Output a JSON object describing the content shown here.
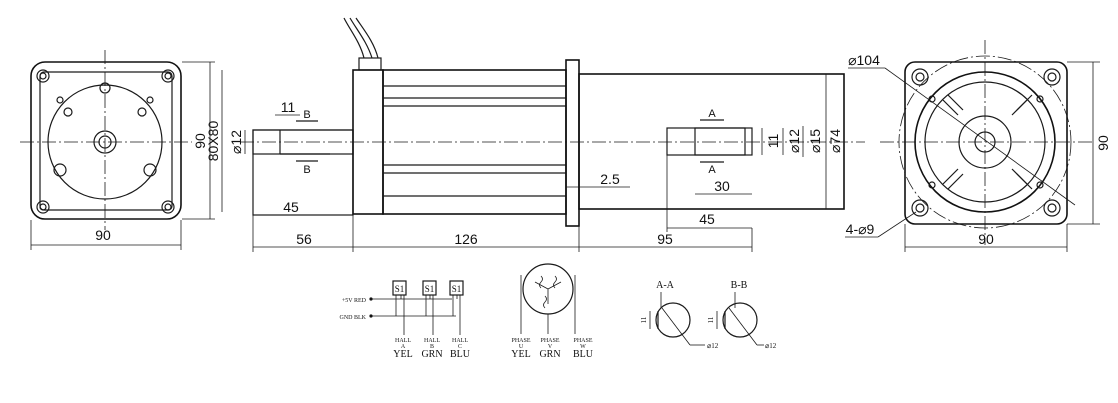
{
  "front_view": {
    "width_dim": "90",
    "height_dim": "90",
    "bolt_pattern": "80X80"
  },
  "side_view": {
    "shaft_left_dia": "⌀12",
    "key_width": "11",
    "key_len": "45",
    "shaft_len": "56",
    "body_len": "126",
    "section_b": "B",
    "gap": "2.5",
    "shaft_right_len": "95",
    "key_right_len": "30",
    "key_right_full": "45",
    "section_a": "A",
    "dim_11": "11",
    "dim_12": "⌀12",
    "dim_15": "⌀15",
    "dim_74": "⌀74"
  },
  "rear_view": {
    "pcd": "⌀104",
    "holes": "4-⌀9",
    "width_dim": "90",
    "height_dim": "90"
  },
  "wiring": {
    "sensor_label": "S1",
    "plus5v": "+5V RED",
    "gnd": "GND BLK",
    "hall_a_top": "HALL",
    "hall_a_mid": "A",
    "hall_a_color": "YEL",
    "hall_b_top": "HALL",
    "hall_b_mid": "B",
    "hall_b_color": "GRN",
    "hall_c_top": "HALL",
    "hall_c_mid": "C",
    "hall_c_color": "BLU",
    "phase_u_top": "PHASE",
    "phase_u_mid": "U",
    "phase_u_color": "YEL",
    "phase_v_top": "PHASE",
    "phase_v_mid": "V",
    "phase_v_color": "GRN",
    "phase_w_top": "PHASE",
    "phase_w_mid": "W",
    "phase_w_color": "BLU"
  },
  "sections": {
    "aa_title": "A-A",
    "aa_11": "11",
    "aa_dia": "⌀12",
    "bb_title": "B-B",
    "bb_11": "11",
    "bb_dia": "⌀12"
  }
}
